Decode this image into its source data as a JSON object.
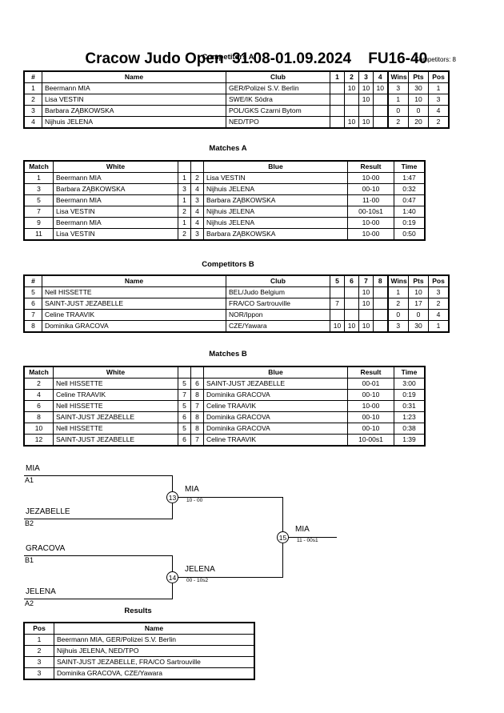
{
  "header": {
    "event_name": "Cracow Judo Open",
    "event_dates": "31.08-01.09.2024",
    "category": "FU16-40"
  },
  "pool_a": {
    "caption": "Competitors A",
    "competitors_count_label": "Competitors: 8",
    "columns": {
      "num": "#",
      "name": "Name",
      "club": "Club",
      "opponents": [
        "1",
        "2",
        "3",
        "4"
      ],
      "wins": "Wins",
      "pts": "Pts",
      "pos": "Pos"
    },
    "rows": [
      {
        "num": "1",
        "name": "Beermann MIA",
        "club": "GER/Polizei S.V. Berlin",
        "scores": [
          "",
          "10",
          "10",
          "10"
        ],
        "wins": "3",
        "pts": "30",
        "pos": "1"
      },
      {
        "num": "2",
        "name": "Lisa VESTIN",
        "club": "SWE/IK Södra",
        "scores": [
          "",
          "",
          "10",
          ""
        ],
        "wins": "1",
        "pts": "10",
        "pos": "3"
      },
      {
        "num": "3",
        "name": "Barbara ZĄBKOWSKA",
        "club": "POL/GKS Czarni Bytom",
        "scores": [
          "",
          "",
          "",
          ""
        ],
        "wins": "0",
        "pts": "0",
        "pos": "4"
      },
      {
        "num": "4",
        "name": "Nijhuis JELENA",
        "club": "NED/TPO",
        "scores": [
          "",
          "10",
          "10",
          ""
        ],
        "wins": "2",
        "pts": "20",
        "pos": "2"
      }
    ]
  },
  "matches_a": {
    "caption": "Matches A",
    "columns": {
      "match": "Match",
      "white": "White",
      "white_num": "",
      "blue_num": "",
      "blue": "Blue",
      "result": "Result",
      "time": "Time"
    },
    "rows": [
      {
        "match": "1",
        "white": "Beermann MIA",
        "white_num": "1",
        "blue_num": "2",
        "blue": "Lisa VESTIN",
        "result": "10-00",
        "time": "1:47"
      },
      {
        "match": "3",
        "white": "Barbara ZĄBKOWSKA",
        "white_num": "3",
        "blue_num": "4",
        "blue": "Nijhuis JELENA",
        "result": "00-10",
        "time": "0:32"
      },
      {
        "match": "5",
        "white": "Beermann MIA",
        "white_num": "1",
        "blue_num": "3",
        "blue": "Barbara ZĄBKOWSKA",
        "result": "11-00",
        "time": "0:47"
      },
      {
        "match": "7",
        "white": "Lisa VESTIN",
        "white_num": "2",
        "blue_num": "4",
        "blue": "Nijhuis JELENA",
        "result": "00-10s1",
        "time": "1:40"
      },
      {
        "match": "9",
        "white": "Beermann MIA",
        "white_num": "1",
        "blue_num": "4",
        "blue": "Nijhuis JELENA",
        "result": "10-00",
        "time": "0:19"
      },
      {
        "match": "11",
        "white": "Lisa VESTIN",
        "white_num": "2",
        "blue_num": "3",
        "blue": "Barbara ZĄBKOWSKA",
        "result": "10-00",
        "time": "0:50"
      }
    ]
  },
  "pool_b": {
    "caption": "Competitors B",
    "columns": {
      "num": "#",
      "name": "Name",
      "club": "Club",
      "opponents": [
        "5",
        "6",
        "7",
        "8"
      ],
      "wins": "Wins",
      "pts": "Pts",
      "pos": "Pos"
    },
    "rows": [
      {
        "num": "5",
        "name": "Nell HISSETTE",
        "club": "BEL/Judo Belgium",
        "scores": [
          "",
          "",
          "10",
          ""
        ],
        "wins": "1",
        "pts": "10",
        "pos": "3"
      },
      {
        "num": "6",
        "name": "SAINT-JUST JEZABELLE",
        "club": "FRA/CO Sartrouville",
        "scores": [
          "7",
          "",
          "10",
          ""
        ],
        "wins": "2",
        "pts": "17",
        "pos": "2"
      },
      {
        "num": "7",
        "name": "Celine TRAAVIK",
        "club": "NOR/Ippon",
        "scores": [
          "",
          "",
          "",
          ""
        ],
        "wins": "0",
        "pts": "0",
        "pos": "4"
      },
      {
        "num": "8",
        "name": "Dominika GRACOVA",
        "club": "CZE/Yawara",
        "scores": [
          "10",
          "10",
          "10",
          ""
        ],
        "wins": "3",
        "pts": "30",
        "pos": "1"
      }
    ]
  },
  "matches_b": {
    "caption": "Matches B",
    "columns": {
      "match": "Match",
      "white": "White",
      "white_num": "",
      "blue_num": "",
      "blue": "Blue",
      "result": "Result",
      "time": "Time"
    },
    "rows": [
      {
        "match": "2",
        "white": "Nell HISSETTE",
        "white_num": "5",
        "blue_num": "6",
        "blue": "SAINT-JUST JEZABELLE",
        "result": "00-01",
        "time": "3:00"
      },
      {
        "match": "4",
        "white": "Celine TRAAVIK",
        "white_num": "7",
        "blue_num": "8",
        "blue": "Dominika GRACOVA",
        "result": "00-10",
        "time": "0:19"
      },
      {
        "match": "6",
        "white": "Nell HISSETTE",
        "white_num": "5",
        "blue_num": "7",
        "blue": "Celine TRAAVIK",
        "result": "10-00",
        "time": "0:31"
      },
      {
        "match": "8",
        "white": "SAINT-JUST JEZABELLE",
        "white_num": "6",
        "blue_num": "8",
        "blue": "Dominika GRACOVA",
        "result": "00-10",
        "time": "1:23"
      },
      {
        "match": "10",
        "white": "Nell HISSETTE",
        "white_num": "5",
        "blue_num": "8",
        "blue": "Dominika GRACOVA",
        "result": "00-10",
        "time": "0:38"
      },
      {
        "match": "12",
        "white": "SAINT-JUST JEZABELLE",
        "white_num": "6",
        "blue_num": "7",
        "blue": "Celine TRAAVIK",
        "result": "10-00s1",
        "time": "1:39"
      }
    ]
  },
  "bracket": {
    "entries": [
      {
        "name": "MIA",
        "seed": "A1"
      },
      {
        "name": "JEZABELLE",
        "seed": "B2"
      },
      {
        "name": "GRACOVA",
        "seed": "B1"
      },
      {
        "name": "JELENA",
        "seed": "A2"
      }
    ],
    "semifinals": [
      {
        "node": "13",
        "winner": "MIA",
        "score": "10 - 00"
      },
      {
        "node": "14",
        "winner": "JELENA",
        "score": "00 - 10s2"
      }
    ],
    "final": {
      "node": "15",
      "winner": "MIA",
      "score": "11 - 00s1"
    }
  },
  "results": {
    "caption": "Results",
    "columns": {
      "pos": "Pos",
      "name": "Name"
    },
    "rows": [
      {
        "pos": "1",
        "name": "Beermann MIA, GER/Polizei S.V. Berlin"
      },
      {
        "pos": "2",
        "name": "Nijhuis JELENA, NED/TPO"
      },
      {
        "pos": "3",
        "name": "SAINT-JUST JEZABELLE, FRA/CO Sartrouville"
      },
      {
        "pos": "3",
        "name": "Dominika GRACOVA, CZE/Yawara"
      }
    ]
  }
}
